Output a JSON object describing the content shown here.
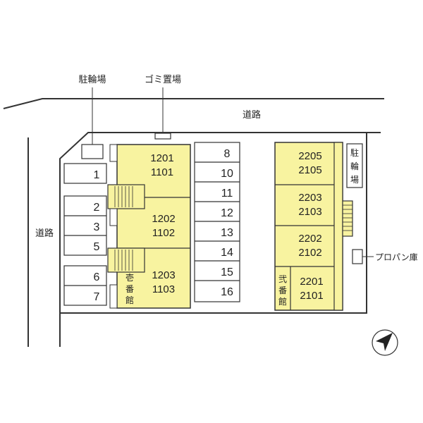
{
  "labels": {
    "bicycle_parking_top": "駐輪場",
    "garbage_area": "ゴミ置場",
    "road_top": "道路",
    "road_left": "道路",
    "bicycle_parking_right": [
      "駐",
      "輪",
      "場"
    ],
    "propane_shed": "プロパン庫"
  },
  "building1": {
    "name_chars": [
      "壱",
      "番",
      "館"
    ],
    "units": [
      {
        "upper": "1201",
        "lower": "1101"
      },
      {
        "upper": "1202",
        "lower": "1102"
      },
      {
        "upper": "1203",
        "lower": "1103"
      }
    ]
  },
  "building2": {
    "name_chars": [
      "弐",
      "番",
      "館"
    ],
    "units": [
      {
        "upper": "2205",
        "lower": "2105"
      },
      {
        "upper": "2203",
        "lower": "2103"
      },
      {
        "upper": "2202",
        "lower": "2102"
      },
      {
        "upper": "2201",
        "lower": "2101"
      }
    ]
  },
  "parking_left": [
    "1",
    "2",
    "3",
    "5",
    "6",
    "7"
  ],
  "parking_middle": [
    "8",
    "10",
    "11",
    "12",
    "13",
    "14",
    "15",
    "16"
  ],
  "colors": {
    "building": "#f8f3a0",
    "line": "#333333",
    "stair": "#e4dc6a"
  }
}
